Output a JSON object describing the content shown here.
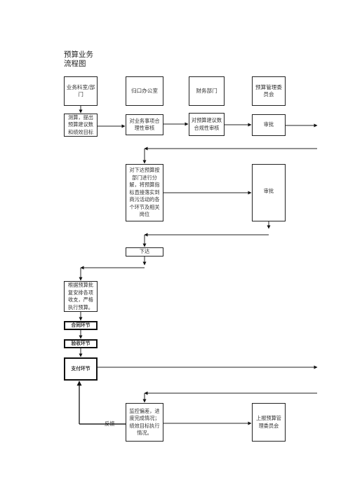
{
  "title": "预算业务\n流程图",
  "headers": {
    "dept": "业务科室/部门",
    "office": "归口办公室",
    "finance": "财务部门",
    "committee": "预算管理委员会"
  },
  "steps": {
    "calc": "测算，提出预算建议数和绩效目标",
    "review_office": "对业务事项合理性审核",
    "review_finance": "对预算建议数合规性审核",
    "approve1": "审批",
    "decompose": "对下达预算按部门进行分解，将预算指标直接落实到商污活动的各个环节及相关岗位",
    "approve2": "审批",
    "issue": "下达",
    "execute": "根据预算批复安排各项收支，严格执行预算。",
    "contract": "合同环节",
    "acceptance": "验收环节",
    "payment": "支付环节",
    "monitor": "监控偏差，进度完成情况；绩效目标执行情况。",
    "report": "上报预算管理委员会",
    "feedback": "反馈"
  }
}
